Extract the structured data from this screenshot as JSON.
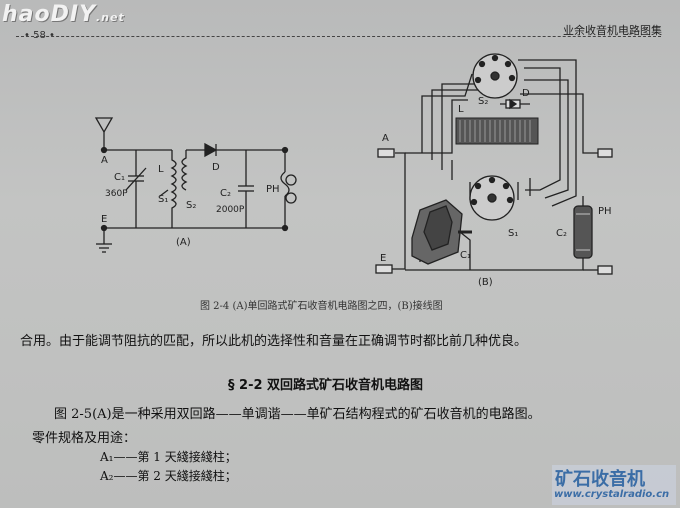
{
  "watermark": {
    "brand": "haoDIY",
    "suffix": ".net"
  },
  "header": {
    "page_number": "• 58 •",
    "running_title": "业余收音机电路图集"
  },
  "figure": {
    "caption": "图 2-4  (A)单回路式矿石收音机电路图之四，(B)接线图",
    "panel_a": {
      "label": "(A)",
      "terminals": [
        "A",
        "E"
      ],
      "labels": {
        "c1": "C₁",
        "c1_value": "360P",
        "l": "L",
        "s1": "S₁",
        "s2": "S₂",
        "d": "D",
        "c2": "C₂",
        "c2_value": "2000P",
        "ph": "PH"
      }
    },
    "panel_b": {
      "label": "(B)",
      "labels": {
        "a": "A",
        "e": "E",
        "l": "L",
        "s2": "S₂",
        "d": "D",
        "s1": "S₁",
        "c1": "C₁",
        "c2": "C₂",
        "ph": "PH"
      }
    }
  },
  "body": {
    "paragraph1": "合用。由于能调节阻抗的匹配，所以此机的选择性和音量在正确调节时都比前几种优良。",
    "section_heading": "§ 2-2   双回路式矿石收音机电路图",
    "paragraph2": "图 2-5(A)是一种采用双回路——单调谐——单矿石结构程式的矿石收音机的电路图。",
    "paragraph3": "零件规格及用途：",
    "parts": [
      "A₁——第 1 天綫接綫柱；",
      "A₂——第 2 天綫接綫柱；"
    ]
  },
  "logo": {
    "name": "矿石收音机",
    "url": "www.crystalradio.cn"
  },
  "colors": {
    "paper": "#c0c1c0",
    "ink": "#111111",
    "logo_blue": "#3b6da6"
  }
}
